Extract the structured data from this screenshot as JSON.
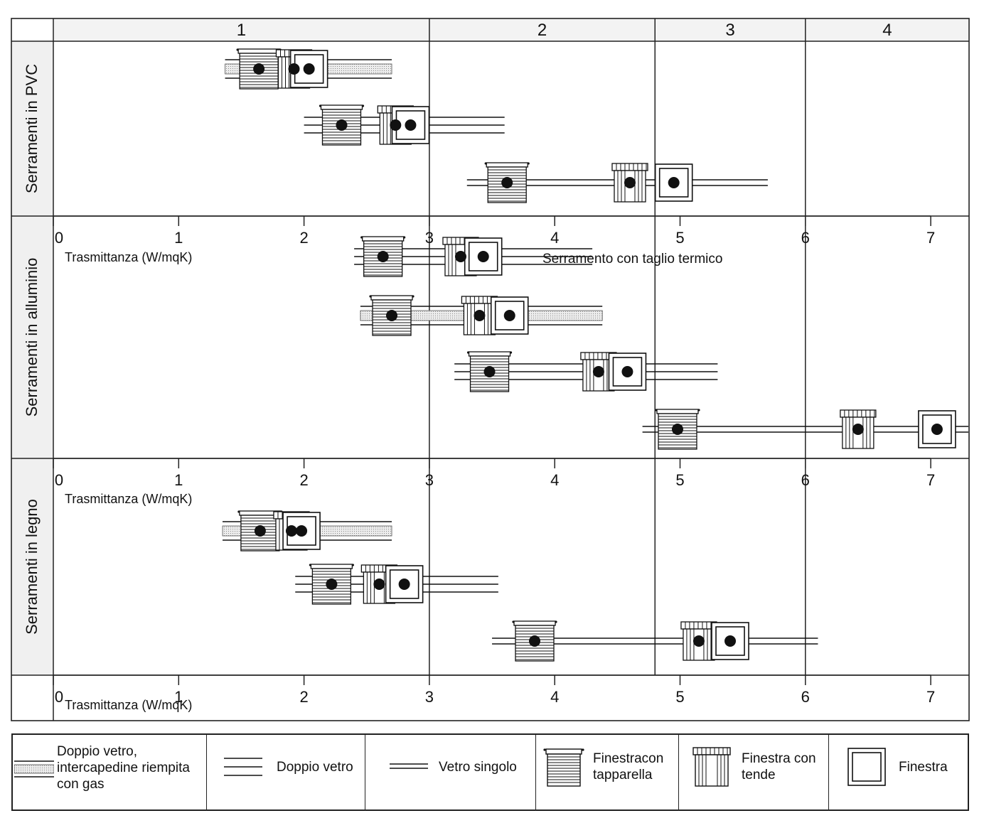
{
  "chart_data": {
    "type": "range-bar",
    "x_axis": {
      "label": "Trasmittanza (W/mqK)",
      "range": [
        0,
        7
      ],
      "ticks": [
        "0",
        "1",
        "2",
        "3",
        "4",
        "5",
        "6",
        "7"
      ]
    },
    "classes": {
      "ticks": [
        "1",
        "2",
        "3",
        "4"
      ],
      "boundaries": [
        3.0,
        4.8,
        6.0
      ]
    },
    "panels": [
      {
        "label": "Serramenti in PVC",
        "rows": [
          {
            "glazing": "gas",
            "range": [
              1.37,
              2.7
            ],
            "tapparella": 1.64,
            "tende": 1.92,
            "finestra": 2.04
          },
          {
            "glazing": "doppio",
            "range": [
              2.0,
              3.6
            ],
            "tapparella": 2.3,
            "tende": 2.73,
            "finestra": 2.85
          },
          {
            "glazing": "singolo",
            "range": [
              3.3,
              5.7
            ],
            "tapparella": 3.62,
            "tende": 4.6,
            "finestra": 4.95
          }
        ]
      },
      {
        "label": "Serramenti in alluminio",
        "annotation": "Serramento con taglio termico",
        "rows": [
          {
            "glazing": "doppio",
            "range": [
              2.4,
              4.3
            ],
            "tapparella": 2.63,
            "tende": 3.25,
            "finestra": 3.43
          },
          {
            "glazing": "gas",
            "range": [
              2.45,
              4.38
            ],
            "tapparella": 2.7,
            "tende": 3.4,
            "finestra": 3.64
          },
          {
            "glazing": "doppio",
            "range": [
              3.2,
              5.3
            ],
            "tapparella": 3.48,
            "tende": 4.35,
            "finestra": 4.58
          },
          {
            "glazing": "singolo",
            "range": [
              4.7,
              7.3
            ],
            "tapparella": 4.98,
            "tende": 6.42,
            "finestra": 7.05
          }
        ]
      },
      {
        "label": "Serramenti in legno",
        "rows": [
          {
            "glazing": "gas",
            "range": [
              1.35,
              2.7
            ],
            "tapparella": 1.65,
            "tende": 1.9,
            "finestra": 1.98
          },
          {
            "glazing": "doppio",
            "range": [
              1.93,
              3.55
            ],
            "tapparella": 2.22,
            "tende": 2.6,
            "finestra": 2.8
          },
          {
            "glazing": "singolo",
            "range": [
              3.5,
              6.1
            ],
            "tapparella": 3.84,
            "tende": 5.15,
            "finestra": 5.4
          }
        ]
      }
    ],
    "legend": {
      "gas": "Doppio vetro, intercapedine riempita con gas",
      "doppio": "Doppio vetro",
      "singolo": "Vetro singolo",
      "tapparella": "Finestracon tapparella",
      "tende": "Finestra con tende",
      "finestra": "Finestra"
    }
  }
}
